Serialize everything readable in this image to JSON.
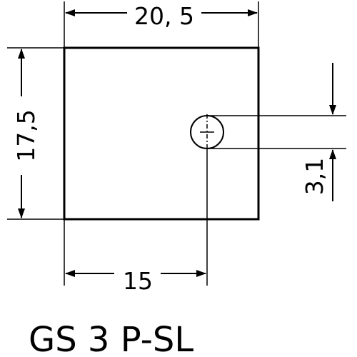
{
  "dimensions": {
    "width_label": "20, 5",
    "height_label": "17,5",
    "hole_offset_label": "15",
    "hole_size_label": "3,1"
  },
  "part_label": "GS 3 P-SL",
  "colors": {
    "stroke": "#000000",
    "background": "#ffffff"
  }
}
